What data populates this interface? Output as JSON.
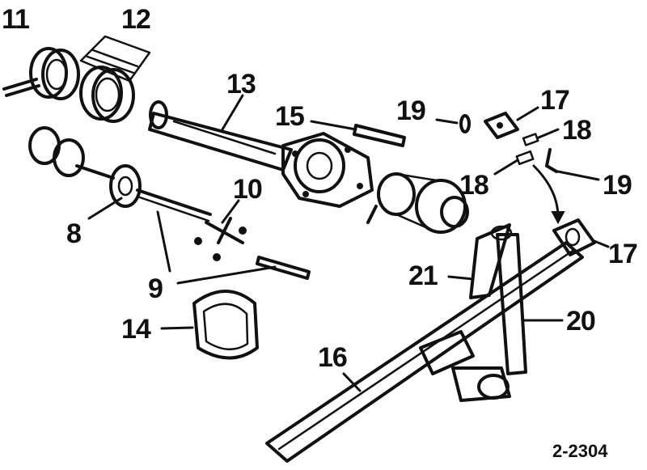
{
  "figure_id": "2-2304",
  "callouts": {
    "c8": "8",
    "c9": "9",
    "c10": "10",
    "c11": "11",
    "c12": "12",
    "c13": "13",
    "c14": "14",
    "c15": "15",
    "c16": "16",
    "c17a": "17",
    "c17b": "17",
    "c18a": "18",
    "c18b": "18",
    "c19a": "19",
    "c19b": "19",
    "c20": "20",
    "c21": "21"
  },
  "colors": {
    "ink": "#111111",
    "paper": "#ffffff"
  }
}
